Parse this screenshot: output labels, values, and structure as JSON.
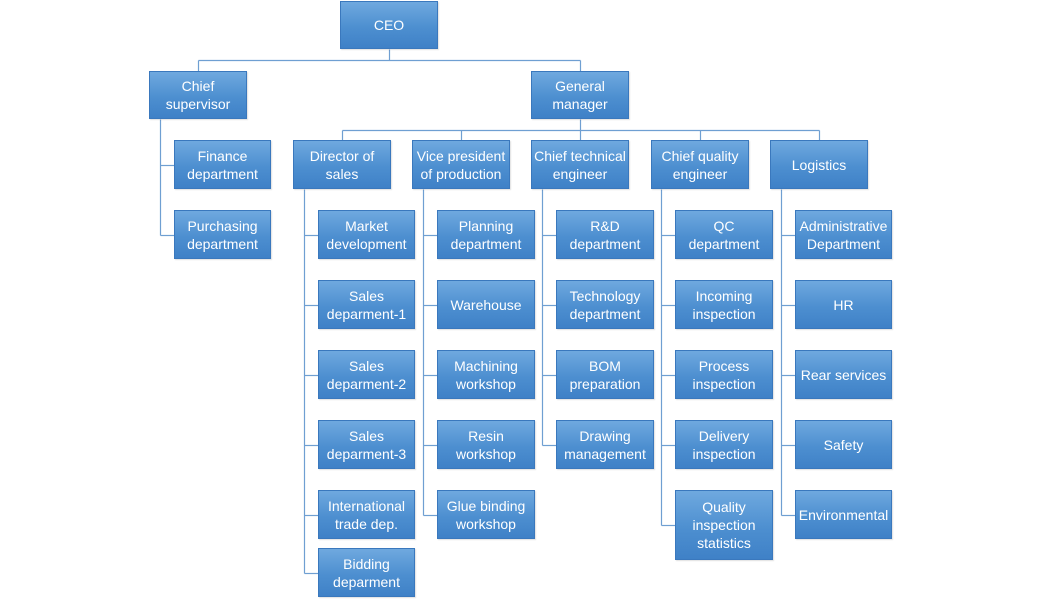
{
  "colors": {
    "node_top": "#6fa9df",
    "node_bottom": "#3f81c7",
    "node_border": "#3a78bd",
    "connector": "#6f9fd2",
    "text": "#ffffff"
  },
  "org": {
    "ceo": "CEO",
    "chief_supervisor": {
      "label": "Chief supervisor",
      "children": [
        "Finance department",
        "Purchasing department"
      ]
    },
    "general_manager": {
      "label": "General manager",
      "divisions": [
        {
          "label": "Director of sales",
          "children": [
            "Market development",
            "Sales deparment-1",
            "Sales deparment-2",
            "Sales deparment-3",
            "International trade dep.",
            "Bidding deparment"
          ]
        },
        {
          "label": "Vice president of production",
          "children": [
            "Planning department",
            "Warehouse",
            "Machining workshop",
            "Resin workshop",
            "Glue binding workshop"
          ]
        },
        {
          "label": "Chief technical engineer",
          "children": [
            "R&D department",
            "Technology department",
            "BOM preparation",
            "Drawing management"
          ]
        },
        {
          "label": "Chief quality engineer",
          "children": [
            "QC department",
            "Incoming inspection",
            "Process inspection",
            "Delivery inspection",
            "Quality inspection statistics"
          ]
        },
        {
          "label": "Logistics",
          "children": [
            "Administrative Department",
            "HR",
            "Rear services",
            "Safety",
            "Environmental"
          ]
        }
      ]
    }
  }
}
